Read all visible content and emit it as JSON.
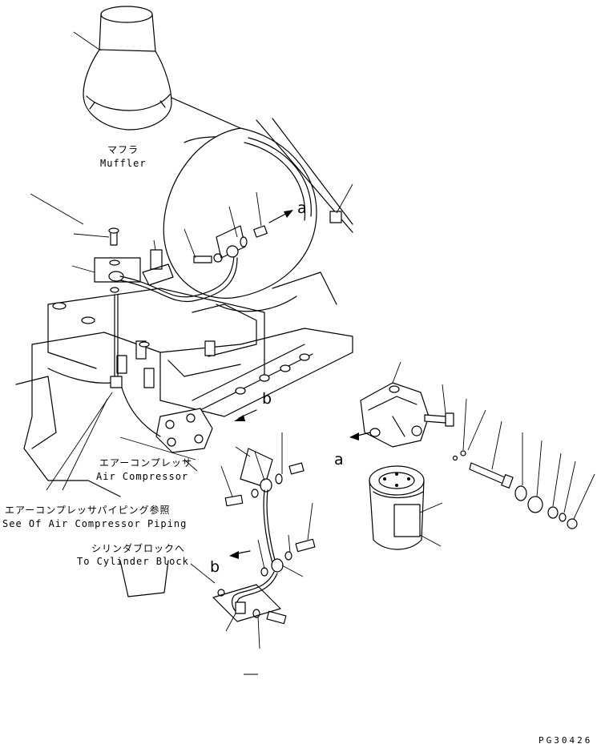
{
  "labels": {
    "muffler_jp": "マフラ",
    "muffler_en": "Muffler",
    "air_compressor_jp": "エアーコンプレッサ",
    "air_compressor_en": "Air Compressor",
    "piping_jp": "エアーコンプレッサパイピング参照",
    "piping_en": "See Of Air Compressor Piping",
    "cylinder_block_jp": "シリンダブロックへ",
    "cylinder_block_en": "To Cylinder Block",
    "ref_a": "a",
    "ref_b": "b",
    "drawing_number": "PG30426"
  }
}
